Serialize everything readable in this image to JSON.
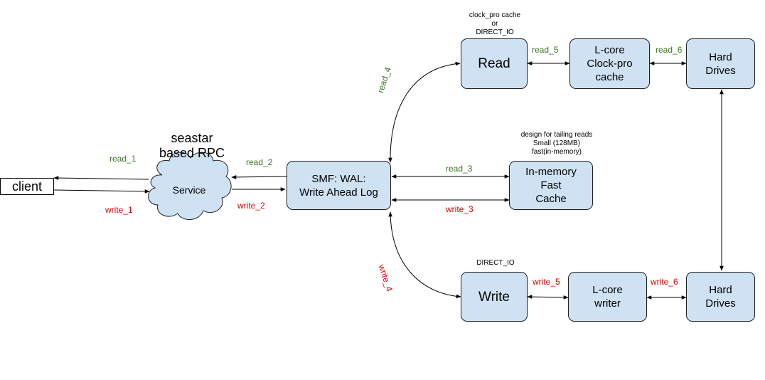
{
  "client": {
    "label": "client"
  },
  "service": {
    "title": "seastar\nbased RPC",
    "label": "Service"
  },
  "wal": {
    "label": "SMF: WAL:\nWrite Ahead Log"
  },
  "read_box": {
    "label": "Read",
    "note": "clock_pro cache\nor\nDIRECT_IO"
  },
  "read_lcore": {
    "label": "L-core\nClock-pro\ncache"
  },
  "read_drives": {
    "label": "Hard\nDrives"
  },
  "cache": {
    "label": "In-memory\nFast\nCache",
    "note": "design for tailing reads\nSmall (128MB)\nfast(in-memory)"
  },
  "write_box": {
    "label": "Write",
    "note": "DIRECT_IO"
  },
  "write_lcore": {
    "label": "L-core\nwriter"
  },
  "write_drives": {
    "label": "Hard\nDrives"
  },
  "edges": {
    "read_1": "read_1",
    "write_1": "write_1",
    "read_2": "read_2",
    "write_2": "write_2",
    "read_3": "read_3",
    "write_3": "write_3",
    "read_4": "read_4",
    "write_4": "write_4",
    "read_5": "read_5",
    "write_5": "write_5",
    "read_6": "read_6",
    "write_6": "write_6"
  },
  "colors": {
    "box_fill": "#cfe2f3",
    "read_label": "#38761d",
    "write_label": "#e00000"
  }
}
